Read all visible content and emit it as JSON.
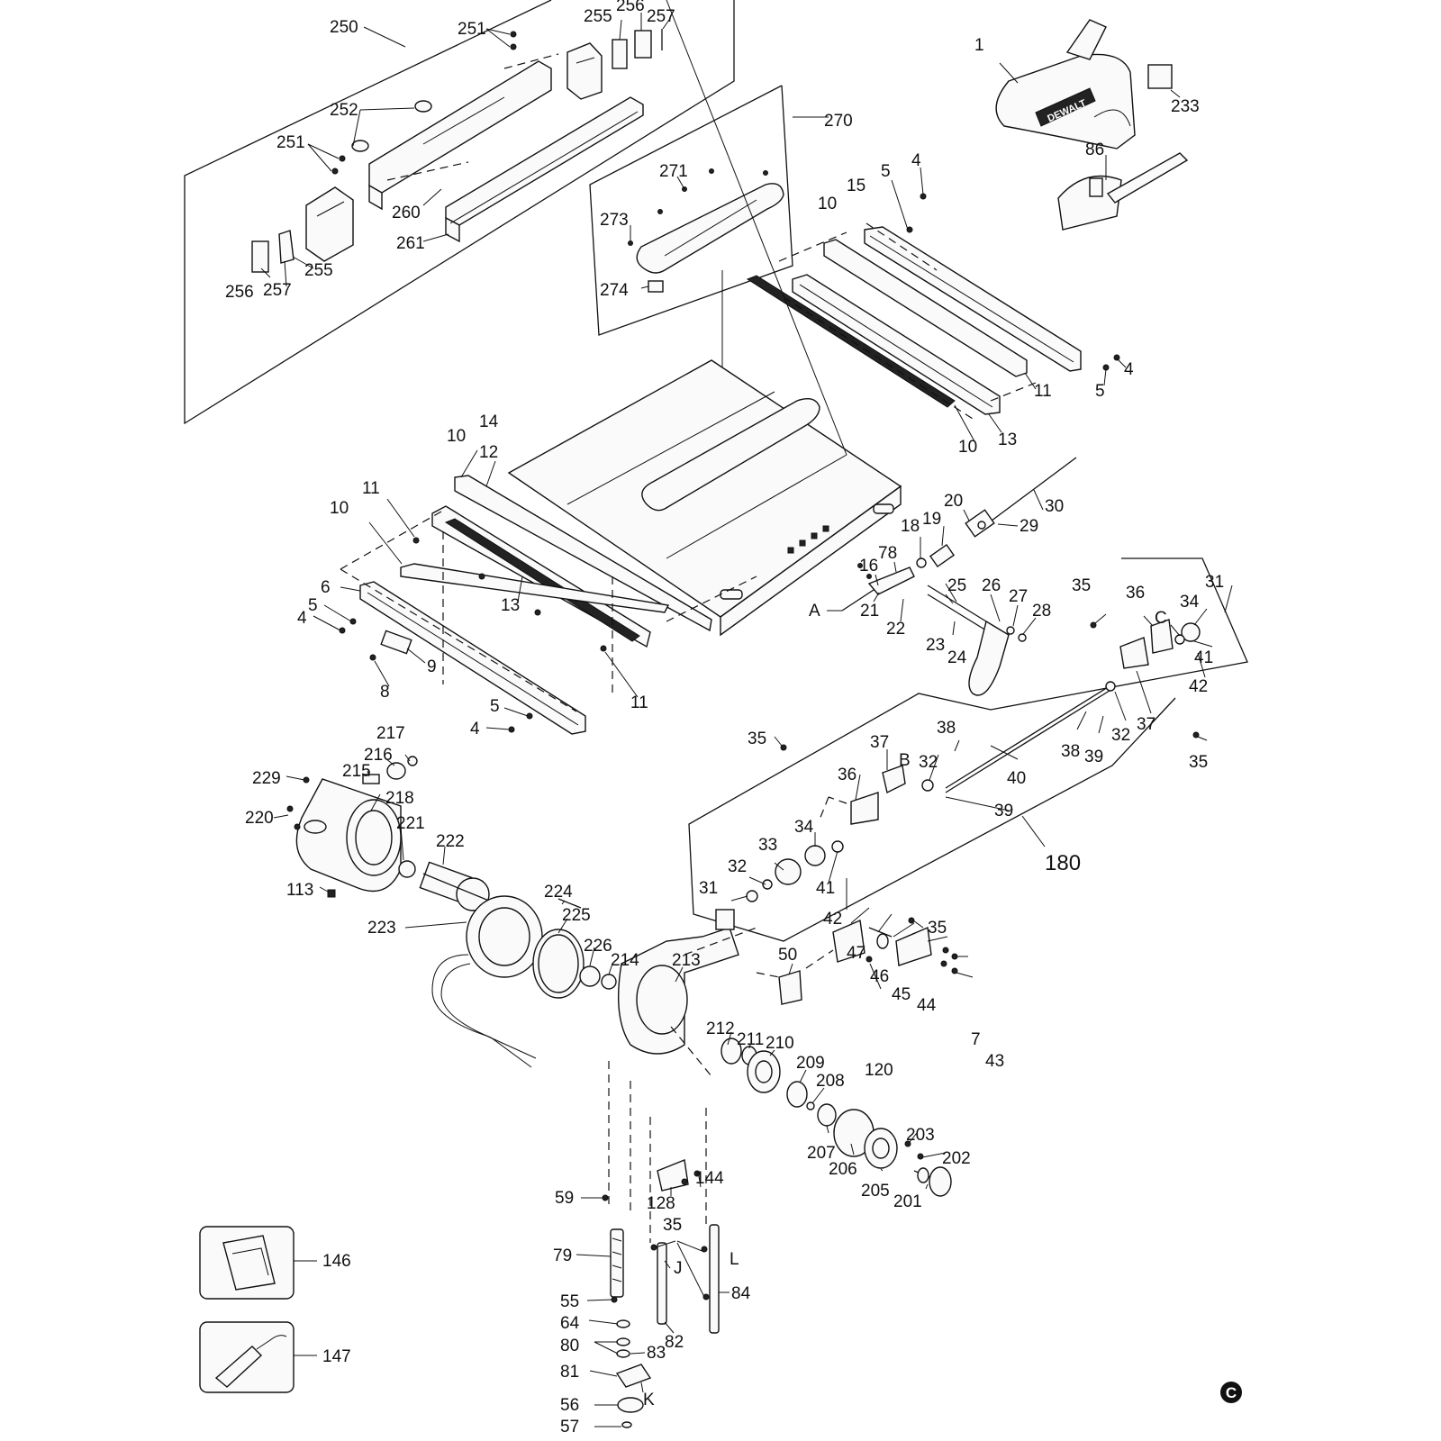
{
  "diagram": {
    "type": "exploded parts diagram",
    "copyright_mark": "C",
    "callouts": {
      "c1": "1",
      "c233": "233",
      "c86": "86",
      "c250": "250",
      "c251a": "251",
      "c251b": "251",
      "c252": "252",
      "c255a": "255",
      "c256a": "256",
      "c257a": "257",
      "c255b": "255",
      "c256b": "256",
      "c257b": "257",
      "c260": "260",
      "c261": "261",
      "c270": "270",
      "c271": "271",
      "c273": "273",
      "c274": "274",
      "c4a": "4",
      "c5a": "5",
      "c15": "15",
      "c10a": "10",
      "c4b": "4",
      "c5b": "5",
      "c11a": "11",
      "c13a": "13",
      "c10b": "10",
      "c14": "14",
      "c10c": "10",
      "c12": "12",
      "c11b": "11",
      "c10d": "10",
      "c6": "6",
      "c5c": "5",
      "c4c": "4",
      "c13b": "13",
      "c9": "9",
      "c8": "8",
      "c11c": "11",
      "c5d": "5",
      "c4d": "4",
      "c20": "20",
      "c30": "30",
      "c29": "29",
      "c18": "18",
      "c19": "19",
      "c16": "16",
      "c78": "78",
      "cA": "A",
      "c21": "21",
      "c22": "22",
      "c25": "25",
      "c26": "26",
      "c27": "27",
      "c28": "28",
      "c23": "23",
      "c24": "24",
      "c35a": "35",
      "c36a": "36",
      "c31a": "31",
      "c34a": "34",
      "cC": "C",
      "c41a": "41",
      "c42a": "42",
      "c37a": "37",
      "c32a": "32",
      "c38a": "38",
      "c39a": "39",
      "c35b": "35",
      "c35c": "35",
      "c38b": "38",
      "c37b": "37",
      "cB": "B",
      "c32b": "32",
      "c40": "40",
      "c36b": "36",
      "c39b": "39",
      "c180": "180",
      "c33": "33",
      "c34b": "34",
      "c32c": "32",
      "c31b": "31",
      "c41b": "41",
      "c42b": "42",
      "c35d": "35",
      "c217": "217",
      "c216": "216",
      "c215": "215",
      "c229": "229",
      "c218": "218",
      "c220": "220",
      "c221": "221",
      "c222": "222",
      "c113": "113",
      "c224": "224",
      "c225": "225",
      "c223": "223",
      "c226": "226",
      "c214": "214",
      "c213": "213",
      "c50": "50",
      "c47": "47",
      "c46": "46",
      "c45": "45",
      "c44": "44",
      "c7": "7",
      "c43": "43",
      "c120": "120",
      "c212": "212",
      "c211": "211",
      "c210": "210",
      "c209": "209",
      "c208": "208",
      "c207": "207",
      "c206": "206",
      "c205": "205",
      "c203": "203",
      "c202": "202",
      "c201": "201",
      "c59": "59",
      "c128": "128",
      "c144": "144",
      "c35e": "35",
      "c79": "79",
      "cJ": "J",
      "cL": "L",
      "c55": "55",
      "c84": "84",
      "c64": "64",
      "c82": "82",
      "c80": "80",
      "c83": "83",
      "c81": "81",
      "cK": "K",
      "c56": "56",
      "c57": "57",
      "c146": "146",
      "c147": "147"
    },
    "brand_text": "DEWALT"
  }
}
